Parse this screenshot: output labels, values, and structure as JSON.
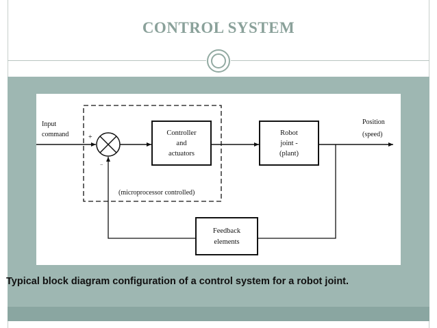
{
  "slide": {
    "title": "CONTROL SYSTEM",
    "caption": "Typical block diagram configuration of a control system for a robot joint.",
    "colors": {
      "title": "#8aa19a",
      "panel": "#9eb7b2",
      "footer": "#8aa6a1"
    }
  },
  "diagram": {
    "input_label": [
      "Input",
      "command"
    ],
    "summing_plus": "+",
    "summing_minus": "−",
    "controller_label": [
      "Controller",
      "and",
      "actuators"
    ],
    "plant_label": [
      "Robot",
      "joint -",
      "(plant)"
    ],
    "output_label": [
      "Position",
      "(speed)"
    ],
    "microprocessor_label": "(microprocessor controlled)",
    "feedback_label": [
      "Feedback",
      "elements"
    ]
  }
}
